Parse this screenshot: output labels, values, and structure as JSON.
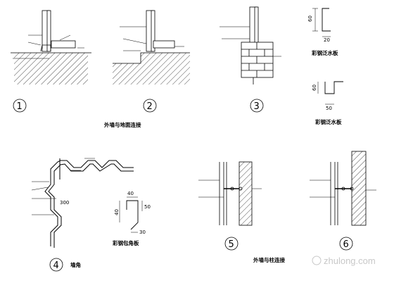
{
  "captions": {
    "wall_ground": "外墙与地面连接",
    "flashing_1": "彩钢泛水板",
    "flashing_2": "彩钢泛水板",
    "wall_corner": "墙角",
    "corner_board": "彩钢包角板",
    "wall_column": "外墙与柱连接"
  },
  "detail_numbers": [
    "1",
    "2",
    "3",
    "4",
    "5",
    "6"
  ],
  "dimensions": {
    "f1_height": "60",
    "f1_width": "20",
    "f2_height": "60",
    "f2_width": "50",
    "corner_rivet": "300",
    "cb_top": "40",
    "cb_height": "40",
    "cb_right": "50",
    "cb_bottom": "30"
  },
  "small_labels": [],
  "watermark": "zhulong.com"
}
